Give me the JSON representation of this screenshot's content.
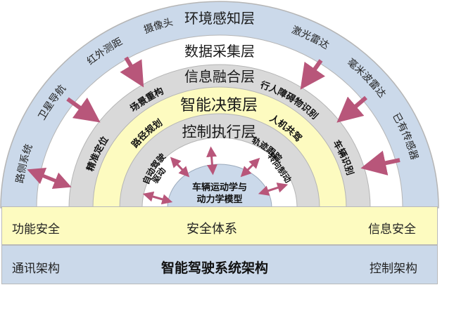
{
  "layers": {
    "perception": "环境感知层",
    "collection": "数据采集层",
    "fusion": "信息融合层",
    "decision": "智能决策层",
    "control": "控制执行层",
    "core_line1": "车辆运动学与",
    "core_line2": "动力学模型"
  },
  "sensors": {
    "roadside": "路侧系统",
    "satellite": "卫星导航",
    "infrared": "红外测距",
    "camera": "摄像头",
    "lidar": "激光雷达",
    "mmwave": "毫米波雷达",
    "existing": "已有传感器"
  },
  "fusion_items": {
    "positioning": "精准定位",
    "scene": "场景重构",
    "obstacle": "行人障碍物识别",
    "vehicle": "车辆识别"
  },
  "decision_items": {
    "path": "路径规划",
    "hmi": "人机共驾"
  },
  "control_items": {
    "auto_drive": "自动驾驶",
    "drive": "驱动",
    "track": "轨迹跟踪",
    "steer": "转向制动"
  },
  "safety": {
    "functional": "功能安全",
    "system": "安全体系",
    "info": "信息安全"
  },
  "architecture": {
    "comm": "通讯架构",
    "title": "智能驾驶系统架构",
    "control": "控制架构"
  },
  "colors": {
    "outer_ring": "#cbd9ea",
    "white_ring": "#ffffff",
    "gray_ring": "#d9d9d9",
    "yellow_ring": "#fdfbc0",
    "core": "#cbd9ea",
    "arrow": "#b8567a"
  }
}
